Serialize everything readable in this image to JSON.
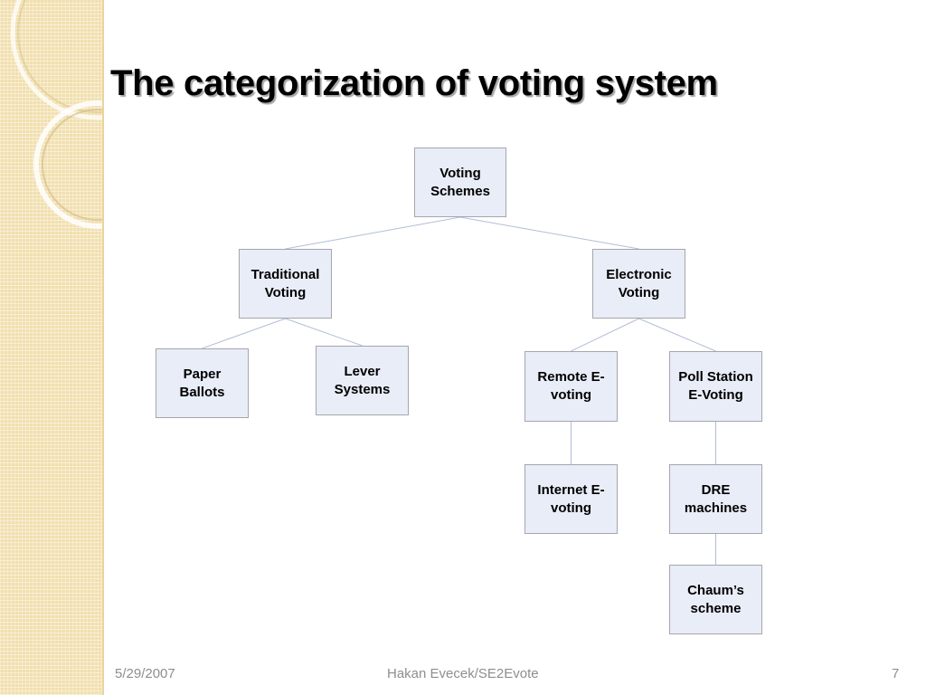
{
  "slide": {
    "title": "The categorization of voting system"
  },
  "diagram": {
    "nodes": {
      "voting_schemes": "Voting\nSchemes",
      "traditional_voting": "Traditional\nVoting",
      "electronic_voting": "Electronic\nVoting",
      "paper_ballots": "Paper\nBallots",
      "lever_systems": "Lever\nSystems",
      "remote_evoting": "Remote E-\nvoting",
      "poll_station_evoting": "Poll Station\nE-Voting",
      "internet_evoting": "Internet E-\nvoting",
      "dre_machines": "DRE\nmachines",
      "chaums_scheme": "Chaum’s\nscheme"
    },
    "edges": [
      [
        "voting_schemes",
        "traditional_voting"
      ],
      [
        "voting_schemes",
        "electronic_voting"
      ],
      [
        "traditional_voting",
        "paper_ballots"
      ],
      [
        "traditional_voting",
        "lever_systems"
      ],
      [
        "electronic_voting",
        "remote_evoting"
      ],
      [
        "electronic_voting",
        "poll_station_evoting"
      ],
      [
        "remote_evoting",
        "internet_evoting"
      ],
      [
        "poll_station_evoting",
        "dre_machines"
      ],
      [
        "dre_machines",
        "chaums_scheme"
      ]
    ],
    "node_fill": "#e9edf8",
    "node_border": "#a6a6ab",
    "edge_color": "#b3bdd9"
  },
  "footer": {
    "date": "5/29/2007",
    "author": "Hakan Evecek/SE2Evote",
    "page_number": "7"
  }
}
